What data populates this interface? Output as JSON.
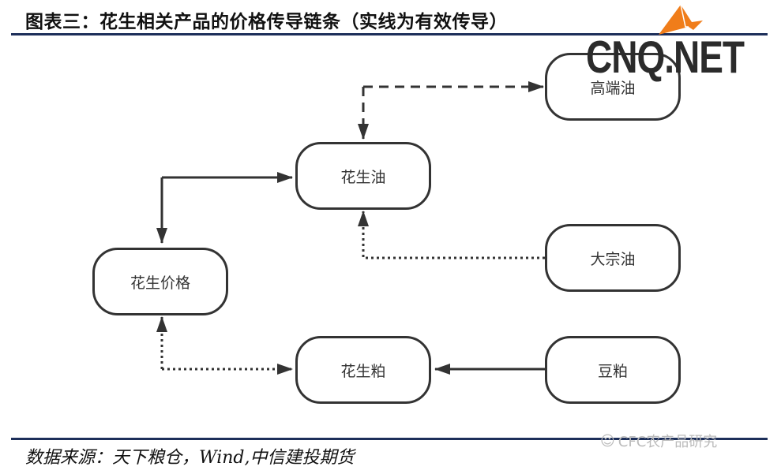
{
  "header": {
    "title": "图表三：花生相关产品的价格传导链条（实线为有效传导）"
  },
  "diagram": {
    "nodes": [
      {
        "id": "peanut-price",
        "label": "花生价格"
      },
      {
        "id": "peanut-oil",
        "label": "花生油"
      },
      {
        "id": "premium-oil",
        "label": "高端油"
      },
      {
        "id": "bulk-oil",
        "label": "大宗油"
      },
      {
        "id": "peanut-meal",
        "label": "花生粕"
      },
      {
        "id": "soybean-meal",
        "label": "豆粕"
      }
    ],
    "edges": [
      {
        "from": "peanut-price",
        "to": "peanut-oil",
        "style": "solid",
        "bidirectional": true
      },
      {
        "from": "peanut-oil",
        "to": "premium-oil",
        "style": "dashed",
        "bidirectional": true
      },
      {
        "from": "bulk-oil",
        "to": "peanut-oil",
        "style": "dotted",
        "bidirectional": false
      },
      {
        "from": "peanut-price",
        "to": "peanut-meal",
        "style": "dotted",
        "bidirectional": true
      },
      {
        "from": "soybean-meal",
        "to": "peanut-meal",
        "style": "solid",
        "bidirectional": false
      }
    ],
    "legend_note": "实线为有效传导"
  },
  "footer": {
    "source": "数据来源：天下粮仓，Wind,中信建投期货"
  },
  "watermarks": {
    "site": "CNQ.NET",
    "wechat": "CFC农产品研究"
  },
  "colors": {
    "rule": "#1d2f5a",
    "line": "#333333",
    "logo_accent": "#f07d1a"
  }
}
